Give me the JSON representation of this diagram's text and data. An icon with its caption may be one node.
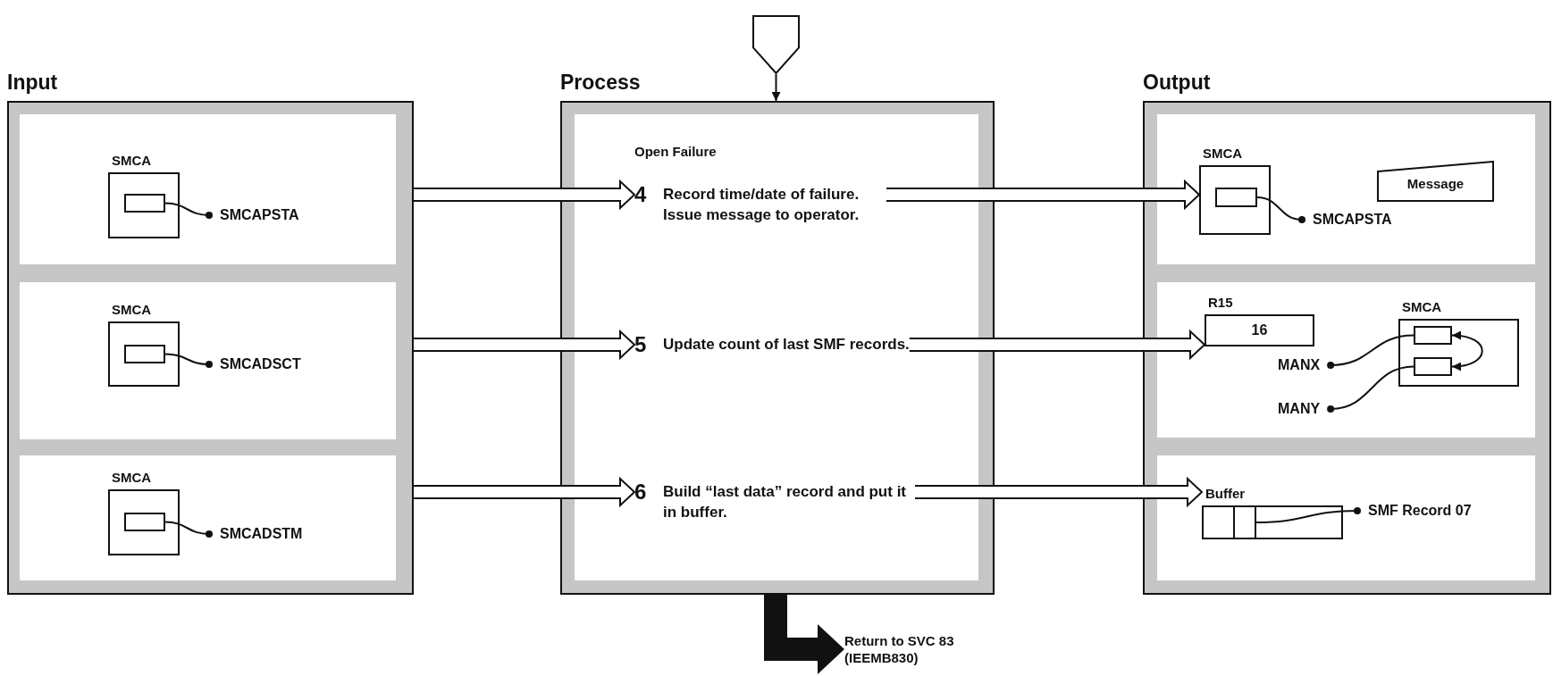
{
  "diagram": {
    "nodes": [
      {
        "text": [
          "Input"
        ]
      },
      {
        "text": [
          "SMCA"
        ],
        "in": 0
      },
      {
        "text": [],
        "shape": "box",
        "in": 1
      },
      {
        "text": [
          "SMCAPSTA"
        ],
        "in": 0
      },
      {
        "text": [
          "SMCA"
        ],
        "in": 0
      },
      {
        "text": [],
        "shape": "box",
        "in": 4
      },
      {
        "text": [
          "SMCADSCT"
        ],
        "in": 0
      },
      {
        "text": [
          "SMCA"
        ],
        "in": 0
      },
      {
        "text": [],
        "shape": "box",
        "in": 7
      },
      {
        "text": [
          "SMCADSTM"
        ],
        "in": 0
      },
      {
        "text": [
          "Process",
          "Open Failure"
        ]
      },
      {
        "text": [
          "4",
          "Record time/date of failure. Issue message to operator."
        ],
        "in": 10
      },
      {
        "text": [
          "5",
          "Update count of last SMF records."
        ],
        "in": 10
      },
      {
        "text": [
          "6",
          "Build “last data” record and put it in buffer."
        ],
        "in": 10
      },
      {
        "text": [
          "Output"
        ]
      },
      {
        "text": [
          "SMCA"
        ],
        "in": 14
      },
      {
        "text": [],
        "shape": "box",
        "in": 15
      },
      {
        "text": [
          "SMCAPSTA"
        ],
        "in": 14
      },
      {
        "text": [
          "Message"
        ],
        "in": 14
      },
      {
        "text": [
          "R15",
          "16"
        ],
        "in": 14
      },
      {
        "text": [
          "SMCA"
        ],
        "in": 14
      },
      {
        "text": [],
        "shape": "box",
        "in": 20
      },
      {
        "text": [],
        "shape": "box",
        "in": 20
      },
      {
        "text": [
          "MANX"
        ],
        "in": 14
      },
      {
        "text": [
          "MANY"
        ],
        "in": 14
      },
      {
        "text": [
          "Buffer"
        ],
        "in": 14
      },
      {
        "text": [],
        "shape": "box",
        "in": 25
      },
      {
        "text": [
          "SMF Record 07"
        ],
        "in": 14
      },
      {
        "text": [],
        "shape": "pentagon"
      },
      {
        "text": [
          "Return to SVC 83 (IEEMB830)"
        ]
      }
    ],
    "edges": [
      {
        "from": 28,
        "to": 10,
        "arrow": "to"
      },
      {
        "from": 0,
        "to": 11,
        "arrow": "to"
      },
      {
        "from": 0,
        "to": 12,
        "arrow": "to"
      },
      {
        "from": 0,
        "to": 13,
        "arrow": "to"
      },
      {
        "from": 11,
        "to": 15,
        "arrow": "to"
      },
      {
        "from": 12,
        "to": 19,
        "arrow": "to"
      },
      {
        "from": 13,
        "to": 25,
        "arrow": "to"
      },
      {
        "from": 10,
        "to": 29,
        "arrow": "to",
        "style": "thick"
      },
      {
        "from": 3,
        "to": 2,
        "arrow": "other"
      },
      {
        "from": 6,
        "to": 5,
        "arrow": "other"
      },
      {
        "from": 9,
        "to": 8,
        "arrow": "other"
      },
      {
        "from": 17,
        "to": 16,
        "arrow": "other"
      },
      {
        "from": 23,
        "to": 21,
        "arrow": "other"
      },
      {
        "from": 24,
        "to": 22,
        "arrow": "other"
      },
      {
        "from": 21,
        "to": 22,
        "arrow": "both"
      },
      {
        "from": 27,
        "to": 26,
        "arrow": "other"
      }
    ]
  }
}
